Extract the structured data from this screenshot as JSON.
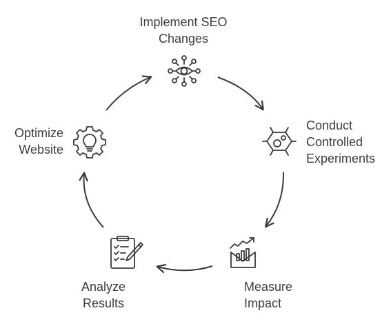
{
  "nodes": [
    {
      "id": "implement",
      "lines": [
        "Implement SEO",
        "Changes"
      ],
      "icon": "eye-network-icon"
    },
    {
      "id": "conduct",
      "lines": [
        "Conduct",
        "Controlled",
        "Experiments"
      ],
      "icon": "molecule-hexagon-icon"
    },
    {
      "id": "measure",
      "lines": [
        "Measure",
        "Impact"
      ],
      "icon": "chart-envelope-icon"
    },
    {
      "id": "analyze",
      "lines": [
        "Analyze",
        "Results"
      ],
      "icon": "clipboard-checklist-icon"
    },
    {
      "id": "optimize",
      "lines": [
        "Optimize",
        "Website"
      ],
      "icon": "lightbulb-gear-icon"
    }
  ],
  "colors": {
    "stroke": "#3a3a3a",
    "text": "#3d3d3d",
    "background": "#ffffff"
  }
}
